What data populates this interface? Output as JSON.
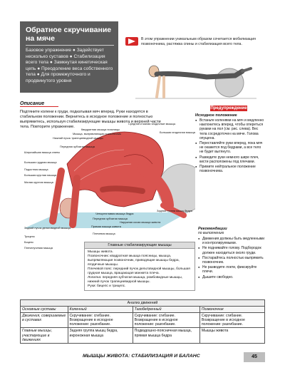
{
  "header": {
    "title": "Обратное скручивание на мяче",
    "text": "Базовое упражнение ● Задействует несколько суставов ● Стабилизация всего тела ● Замкнутая кинетическая цепь ● Преодоление веса собственного тела ● Для промежуточного и продвинутого уровня"
  },
  "note": {
    "text": "В этом упражнении уникальным образом сочетается мобилизация позвоночника, растяжка спины и стабилизация всего тела."
  },
  "description": {
    "heading": "Описание",
    "text": "Подтяните колени к груди, подкатывая мяч вперед. Руки находятся в стабильном положении. Вернитесь в исходное положение и полностью выпрямитесь, используя стабилизирующие мышцы живота и верхней части тела. Повторите упражнение."
  },
  "muscle_labels": {
    "l1": "Средняя и малая ягодичные мышцы",
    "l2": "Квадратная мышца поясницы",
    "l3": "Мышца, выпрямляющая позвоночник",
    "l4": "Нижний пучок трапециевидной мышцы",
    "l5": "Передняя зубчатая мышца",
    "l6": "Широчайшая мышца спины",
    "l7": "Большая грудная мышца",
    "l8": "Подостная мышца",
    "l9": "Большая круглая мышца",
    "l10": "Малая круглая мышца",
    "l11": "Задний пучок дельтовидной мышцы",
    "l12": "Трицепс",
    "l13": "Бицепс",
    "l14": "Плечелучевая мышца",
    "l15": "Большая ягодичная мышца",
    "l16": "Задняя группа мышц бедра",
    "l17": "Четырехглавая мышца бедра",
    "l18": "Наружная косая мышца живота",
    "l19": "Прямая мышца живота",
    "l20": "Передняя зубчатая мышца",
    "l21": "Плечевая мышца"
  },
  "caution": {
    "badge": "Предупреждение",
    "sub": "Исходное положение",
    "items": [
      "Встаньте коленями на мяч и медленно наклонитесь вперед, чтобы опереться руками на пол (см. рис. слева). Вес тела сосредоточен на мяче. Голова опущена.",
      "Переставляйте руки вперед, пока мяч не окажется под бедрами, а все тело не будет вытянуто.",
      "Разведите руки немного шире плеч, кисти расположены под плечами.",
      "Примите нейтральное положение позвоночника."
    ]
  },
  "tips": {
    "title": "Рекомендации",
    "sub": "по выполнению",
    "items": [
      "Движения должны быть медленными и контролируемыми.",
      "Не поднимайте голову. Подбородок должен находиться около груди.",
      "Постарайтесь полностью выпрямить позвоночник.",
      "Не разводите локти, фиксируйте плечи.",
      "Дышите свободно."
    ]
  },
  "stabilizers": {
    "heading": "Главные стабилизирующие мышцы",
    "lines": [
      "Мышцы живота.",
      "Позвоночник: квадратная мышца поясницы, мышца, выпрямляющая позвоночник, приводящие мышцы бедра, ягодичные мышцы.",
      "Плечевой пояс: передний пучок дельтовидной мышцы, большая грудная мышца, вращающая манжета плеча.",
      "Лопатка: передняя зубчатая мышца, ромбовидные мышцы, нижний пучок трапециевидной мышцы.",
      "Руки: бицепс и трицепс."
    ]
  },
  "table": {
    "caption": "Анализ движений",
    "headers": [
      "Основные суставы",
      "Коленный",
      "Тазобедренный",
      "Позвоночник"
    ],
    "rows": [
      [
        "Движения, совершаемые в суставах",
        "Скручивание: сгибание. Возвращение в исходное положение: разгибание.",
        "Скручивание: сгибание. Возвращение в исходное положение: разгибание.",
        "Скручивание: сгибание. Возвращение в исходное положение: разгибание."
      ],
      [
        "Главные мышцы, участвующие в движениях",
        "Задняя группа мышц бедра, икроножная мышца",
        "Подвздошно-поясничная мышца, прямая мышца бедра",
        "Мышцы живота"
      ]
    ]
  },
  "footer": {
    "label": "МЫШЦЫ ЖИВОТА: СТАБИЛИЗАЦИЯ И БАЛАНС",
    "page": "45"
  }
}
